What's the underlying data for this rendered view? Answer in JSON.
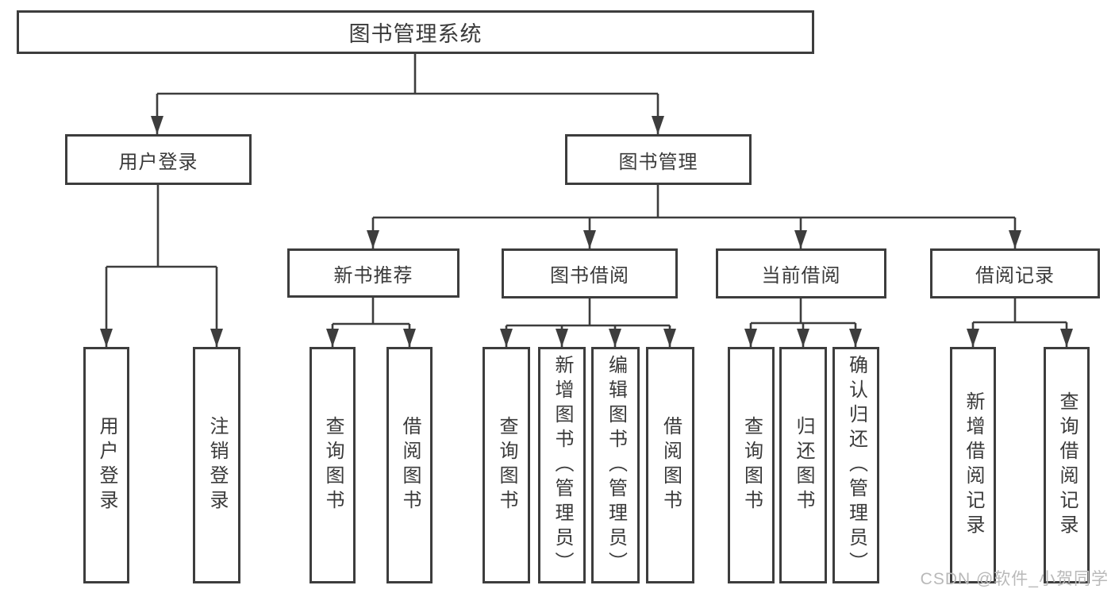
{
  "nodes": {
    "root": "图书管理系统",
    "user_login": "用户登录",
    "book_management": "图书管理",
    "new_book_recommend": "新书推荐",
    "book_borrowing": "图书借阅",
    "current_borrowing": "当前借阅",
    "borrowing_records": "借阅记录",
    "user_login_children": [
      "用户登录",
      "注销登录"
    ],
    "new_book_children": [
      "查询图书",
      "借阅图书"
    ],
    "book_borrowing_children": [
      "查询图书",
      "新增图书（管理员）",
      "编辑图书（管理员）",
      "借阅图书"
    ],
    "current_borrowing_children": [
      "查询图书",
      "归还图书",
      "确认归还（管理员）"
    ],
    "borrowing_records_children": [
      "新增借阅记录",
      "查询借阅记录"
    ]
  },
  "watermark": {
    "text": "CSDN @软件_小贺同学"
  },
  "colors": {
    "line": "#3d3d3d",
    "box_border": "#3d3d3d",
    "text": "#3a3a3a",
    "watermark": "#b9b9b9",
    "background": "#ffffff"
  }
}
